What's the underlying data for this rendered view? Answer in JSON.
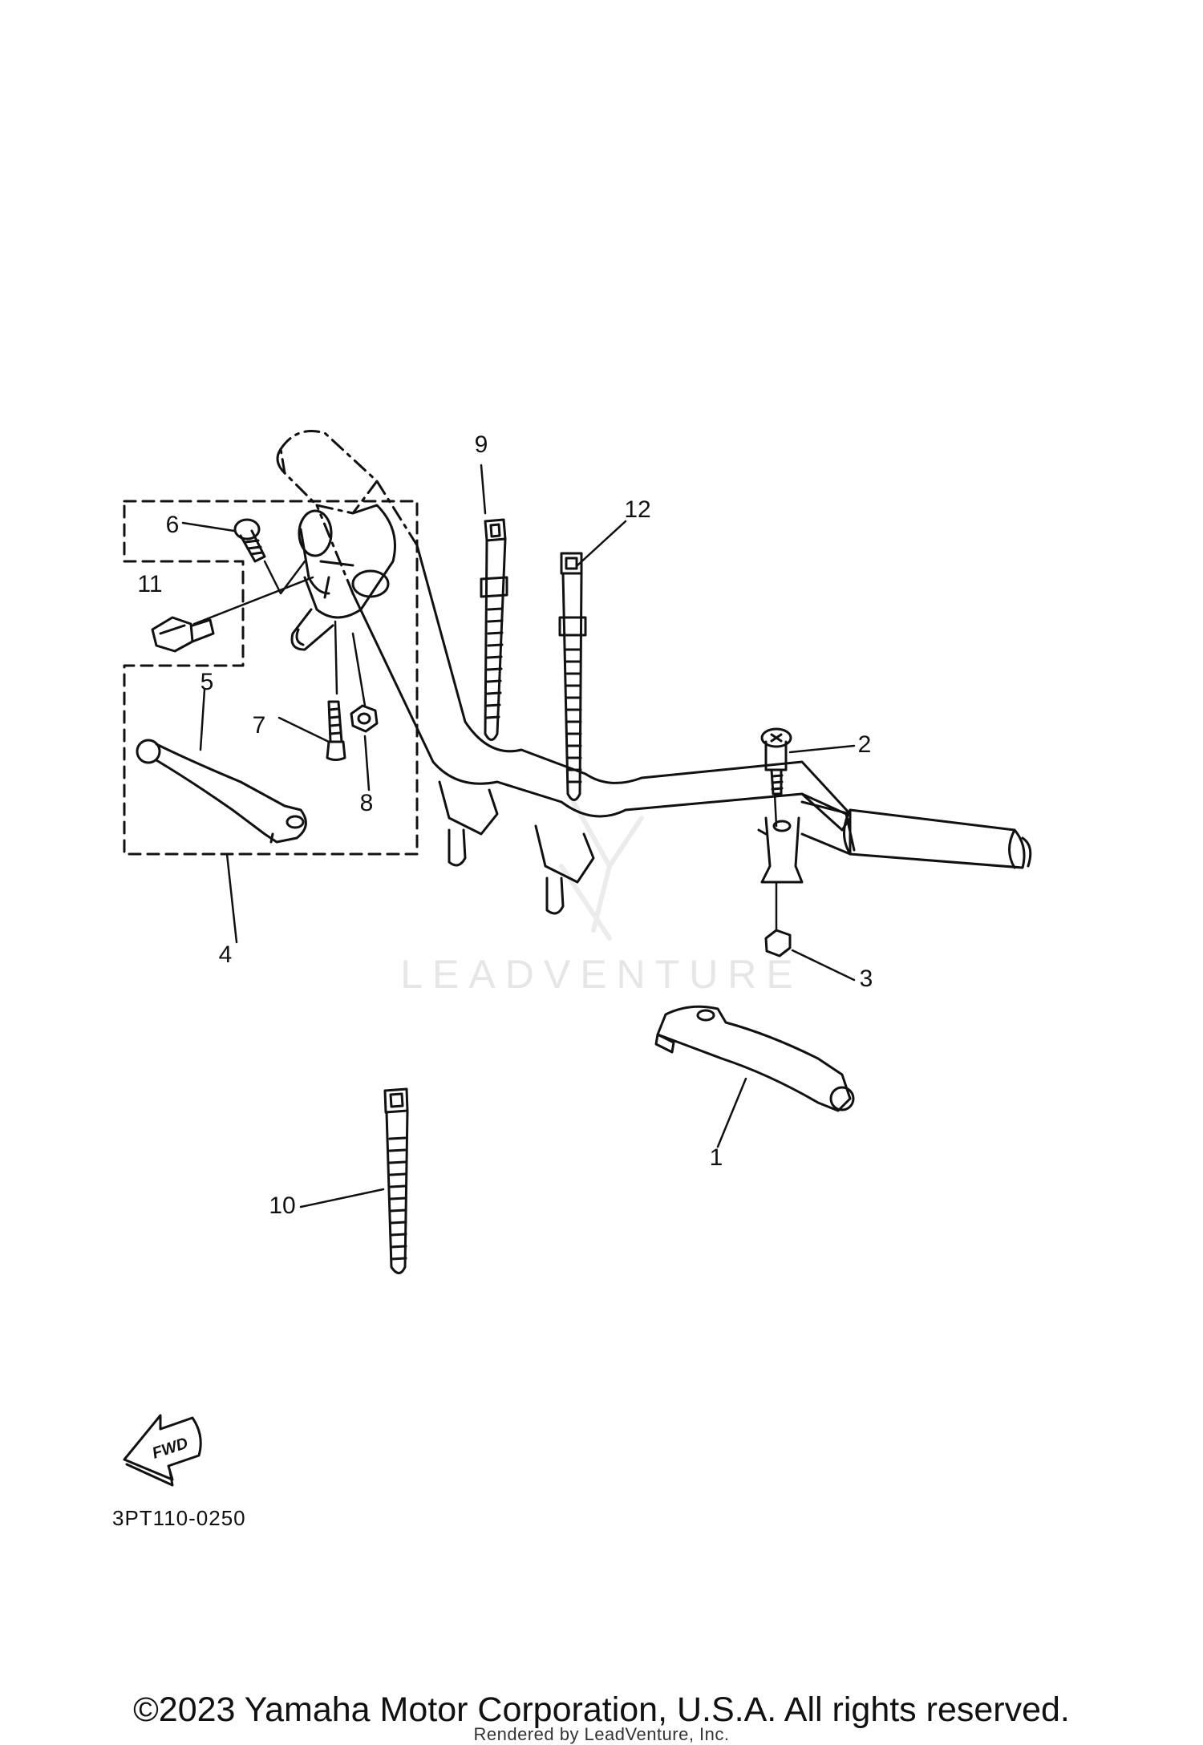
{
  "diagram": {
    "callouts": {
      "c1": "1",
      "c2": "2",
      "c3": "3",
      "c4": "4",
      "c5": "5",
      "c6": "6",
      "c7": "7",
      "c8": "8",
      "c9": "9",
      "c10": "10",
      "c11": "11",
      "c12": "12"
    },
    "fwd_arrow_text": "FWD",
    "part_code": "3PT110-0250"
  },
  "watermark": "LEADVENTURE",
  "footer": {
    "copyright": "©2023 Yamaha Motor Corporation, U.S.A. All rights reserved.",
    "rendered_by": "Rendered by LeadVenture, Inc."
  }
}
